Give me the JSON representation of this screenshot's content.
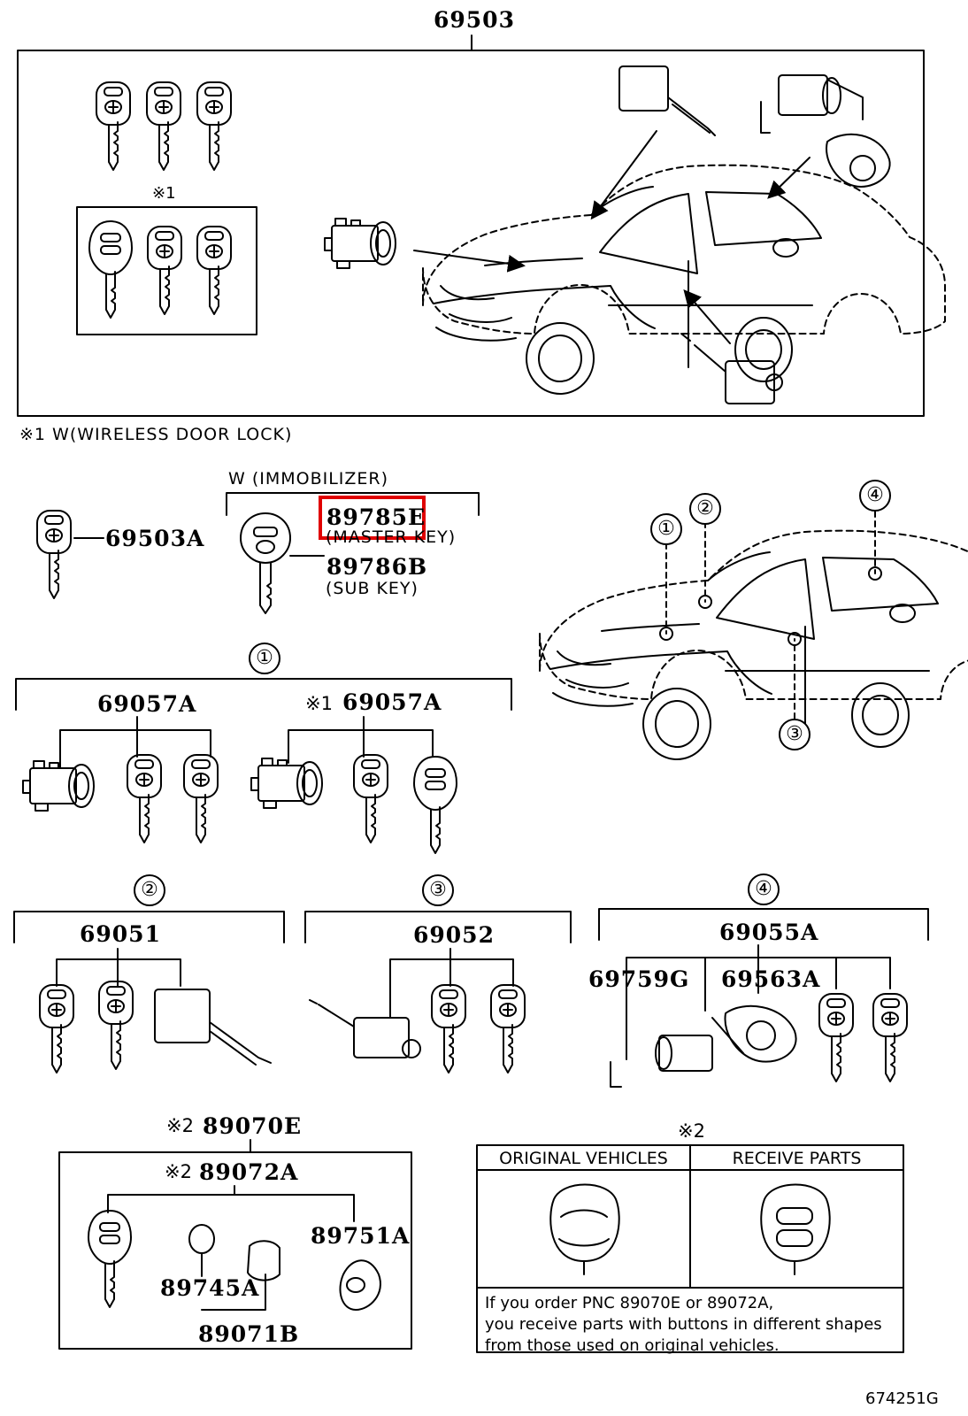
{
  "top_assembly": {
    "part_number": "69503",
    "variant_mark": "※1"
  },
  "footnote_1": "※1 W(WIRELESS DOOR LOCK)",
  "immobilizer": {
    "header": "W (IMMOBILIZER)",
    "master_key_pn": "89785E",
    "master_key_label": "(MASTER  KEY)",
    "sub_key_pn": "89786B",
    "sub_key_label": "(SUB  KEY)"
  },
  "key_blank_pn": "69503A",
  "car_callouts": [
    "①",
    "②",
    "③",
    "④"
  ],
  "group_1": {
    "marker": "①",
    "left_pn": "69057A",
    "right_mark": "※1",
    "right_pn": "69057A"
  },
  "group_2": {
    "marker": "②",
    "pn": "69051"
  },
  "group_3": {
    "marker": "③",
    "pn": "69052"
  },
  "group_4": {
    "marker": "④",
    "pn": "69055A",
    "sub_left_pn": "69759G",
    "sub_right_pn": "69563A"
  },
  "transmitter": {
    "mark_1": "※2",
    "pn_1": "89070E",
    "mark_2": "※2",
    "pn_2": "89072A",
    "case_pn": "89751A",
    "battery_pn": "89745A",
    "cover_pn": "89071B"
  },
  "comparison": {
    "mark": "※2",
    "col_original": "ORIGINAL VEHICLES",
    "col_receive": "RECEIVE PARTS",
    "note_lines": [
      "If you order PNC 89070E or 89072A,",
      "you receive parts with buttons in different shapes",
      "from those used on original vehicles."
    ]
  },
  "figure_id": "674251G",
  "highlight_color": "#e00000"
}
